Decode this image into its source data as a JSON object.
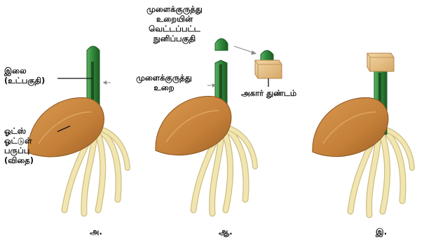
{
  "labels": {
    "tip_line1": "முளைக்குருத்து",
    "tip_line2": "உறையின்",
    "tip_line3": "வெட்டப்பட்ட",
    "tip_line4": "நுனிப்பகுதி",
    "leaf_line1": "இலை",
    "leaf_line2": "(உட்பகுதி)",
    "sheath_line1": "முளைக்குருத்து",
    "sheath_line2": "உறை",
    "agar": "அகார் துண்டம்",
    "seed_line1": "ஓட்ஸ்",
    "seed_line2": "ஓட்டுள்",
    "seed_line3": "பருப்பு",
    "seed_line4": "(விதை)"
  },
  "panels": {
    "a": "அ.",
    "b": "ஆ.",
    "c": "இ."
  },
  "colors": {
    "seed": "#c8873f",
    "seed_dark": "#a0652a",
    "root": "#f2e6b0",
    "root_edge": "#cdbd84",
    "shoot": "#2f8a3c",
    "shoot_dark": "#1f5e27",
    "agar": "#e8c28a",
    "agar_dark": "#c99a5c"
  }
}
